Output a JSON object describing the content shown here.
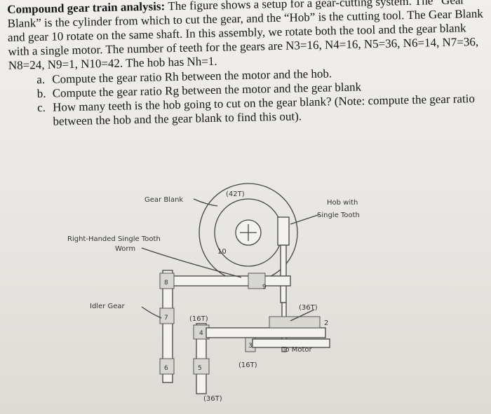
{
  "problem": {
    "title": "Compound gear train analysis",
    "text": "The figure shows a setup for a gear-cutting system. The “Gear Blank” is the cylinder from which to cut the gear, and the “Hob” is the cutting tool. The Gear Blank and gear 10 rotate on the same shaft. In this assembly, we rotate both the tool and the gear blank with a single motor. The number of teeth for the gears are N3=16, N4=16, N5=36, N6=14, N7=36, N8=24, N9=1, N10=42. The hob has Nh=1.",
    "questions": [
      {
        "marker": "a.",
        "text": "Compute the gear ratio Rh between the motor and the hob."
      },
      {
        "marker": "b.",
        "text": "Compute the gear ratio Rg between the motor and the gear blank"
      },
      {
        "marker": "c.",
        "text": "How many teeth is the hob going to cut on the gear blank? (Note: compute the gear ratio between the hob and the gear blank to find this out)."
      }
    ]
  },
  "figure": {
    "labels": {
      "gear_blank": "Gear Blank",
      "teeth_42": "(42T)",
      "hob_line1": "Hob with",
      "hob_line2": "Single Tooth",
      "worm_line1": "Right-Handed Single Tooth",
      "worm_line2": "Worm",
      "gear_10": "10",
      "gear_9": "9",
      "gear_8": "8",
      "idler": "Idler Gear",
      "gear_7": "7",
      "teeth_16_upper": "(16T)",
      "gear_4": "4",
      "teeth_36_right": "(36T)",
      "gear_2": "2",
      "gear_3": "3",
      "to_motor": "To Motor",
      "gear_6": "6",
      "gear_5": "5",
      "teeth_16_lower": "(16T)",
      "teeth_36_bottom": "(36T)"
    }
  }
}
